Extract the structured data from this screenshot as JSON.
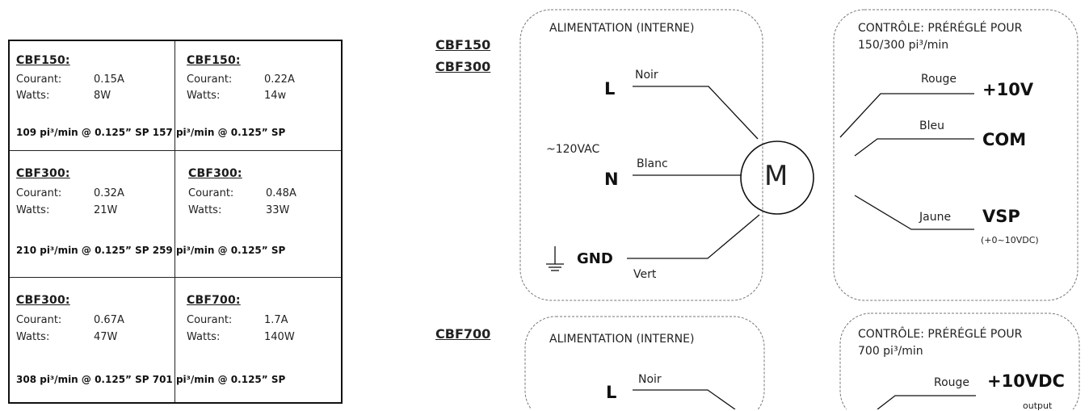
{
  "table": {
    "label_current": "Courant:",
    "label_watts": "Watts:",
    "cells": [
      {
        "model": "CBF150:",
        "current": "0.15A",
        "watts": "8W"
      },
      {
        "model": "CBF150:",
        "current": "0.22A",
        "watts": "14w"
      },
      {
        "model": "CBF300:",
        "current": "0.32A",
        "watts": "21W"
      },
      {
        "model": "CBF300:",
        "current": "0.48A",
        "watts": "33W"
      },
      {
        "model": "CBF300:",
        "current": "0.67A",
        "watts": "47W"
      },
      {
        "model": "CBF700:",
        "current": "1.7A",
        "watts": "140W"
      }
    ],
    "flows": [
      "109 pi³/min @ 0.125” SP 157 pi³/min @ 0.125” SP",
      "210 pi³/min @ 0.125” SP 259 pi³/min @ 0.125” SP",
      "308 pi³/min @ 0.125” SP 701 pi³/min @ 0.125” SP"
    ]
  },
  "diagram1": {
    "model_a": "CBF150",
    "model_b": "CBF300",
    "power_title": "ALIMENTATION (INTERNE)",
    "control_title_1": "CONTRÔLE: PRÉRÉGLÉ POUR",
    "control_title_2": "150/300 pi³/min",
    "voltage": "~120VAC",
    "terminals": {
      "L": "L",
      "N": "N",
      "GND": "GND"
    },
    "wires": {
      "noir": "Noir",
      "blanc": "Blanc",
      "vert": "Vert",
      "rouge": "Rouge",
      "bleu": "Bleu",
      "jaune": "Jaune"
    },
    "motor": "M",
    "outputs": {
      "v10": "+10V",
      "com": "COM",
      "vsp": "VSP",
      "vsp_range": "(+0~10VDC)"
    }
  },
  "diagram2": {
    "model": "CBF700",
    "power_title": "ALIMENTATION (INTERNE)",
    "control_title_1": "CONTRÔLE: PRÉRÉGLÉ POUR",
    "control_title_2": "700 pi³/min",
    "terminal_L": "L",
    "wire_noir": "Noir",
    "wire_rouge": "Rouge",
    "out_v10dc": "+10VDC",
    "out_note": "output"
  }
}
